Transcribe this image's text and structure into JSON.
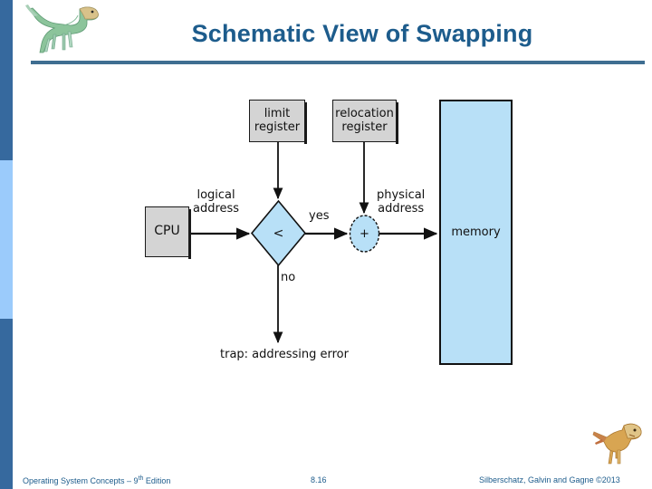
{
  "slide": {
    "title": "Schematic View of Swapping",
    "accent_color": "#1D5C8C",
    "rule_color": "#3F6E91",
    "sidebar_dark_color": "#36699E",
    "sidebar_light_color": "#9BCBFB"
  },
  "logos": {
    "header_logo_name": "dinosaur-logo",
    "footer_logo_name": "trex-logo"
  },
  "diagram": {
    "type": "memory-protection-flow",
    "boxes": {
      "limit_register": "limit\nregister",
      "limit_register_line1": "limit",
      "limit_register_line2": "register",
      "relocation_register_line1": "relocation",
      "relocation_register_line2": "register",
      "cpu": "CPU",
      "memory": "memory"
    },
    "nodes": {
      "compare": "<",
      "adder": "+"
    },
    "labels": {
      "logical_line1": "logical",
      "logical_line2": "address",
      "physical_line1": "physical",
      "physical_line2": "address",
      "yes": "yes",
      "no": "no",
      "trap": "trap: addressing error"
    },
    "colors": {
      "register_fill": "#D4D4D4",
      "decision_fill": "#B8E0F7",
      "memory_fill": "#B8E0F7",
      "stroke": "#111111"
    }
  },
  "footer": {
    "left_prefix": "Operating System Concepts – 9",
    "left_superscript": "th",
    "left_suffix": " Edition",
    "slide_number": "8.16",
    "right": "Silberschatz, Galvin and Gagne ©2013"
  }
}
